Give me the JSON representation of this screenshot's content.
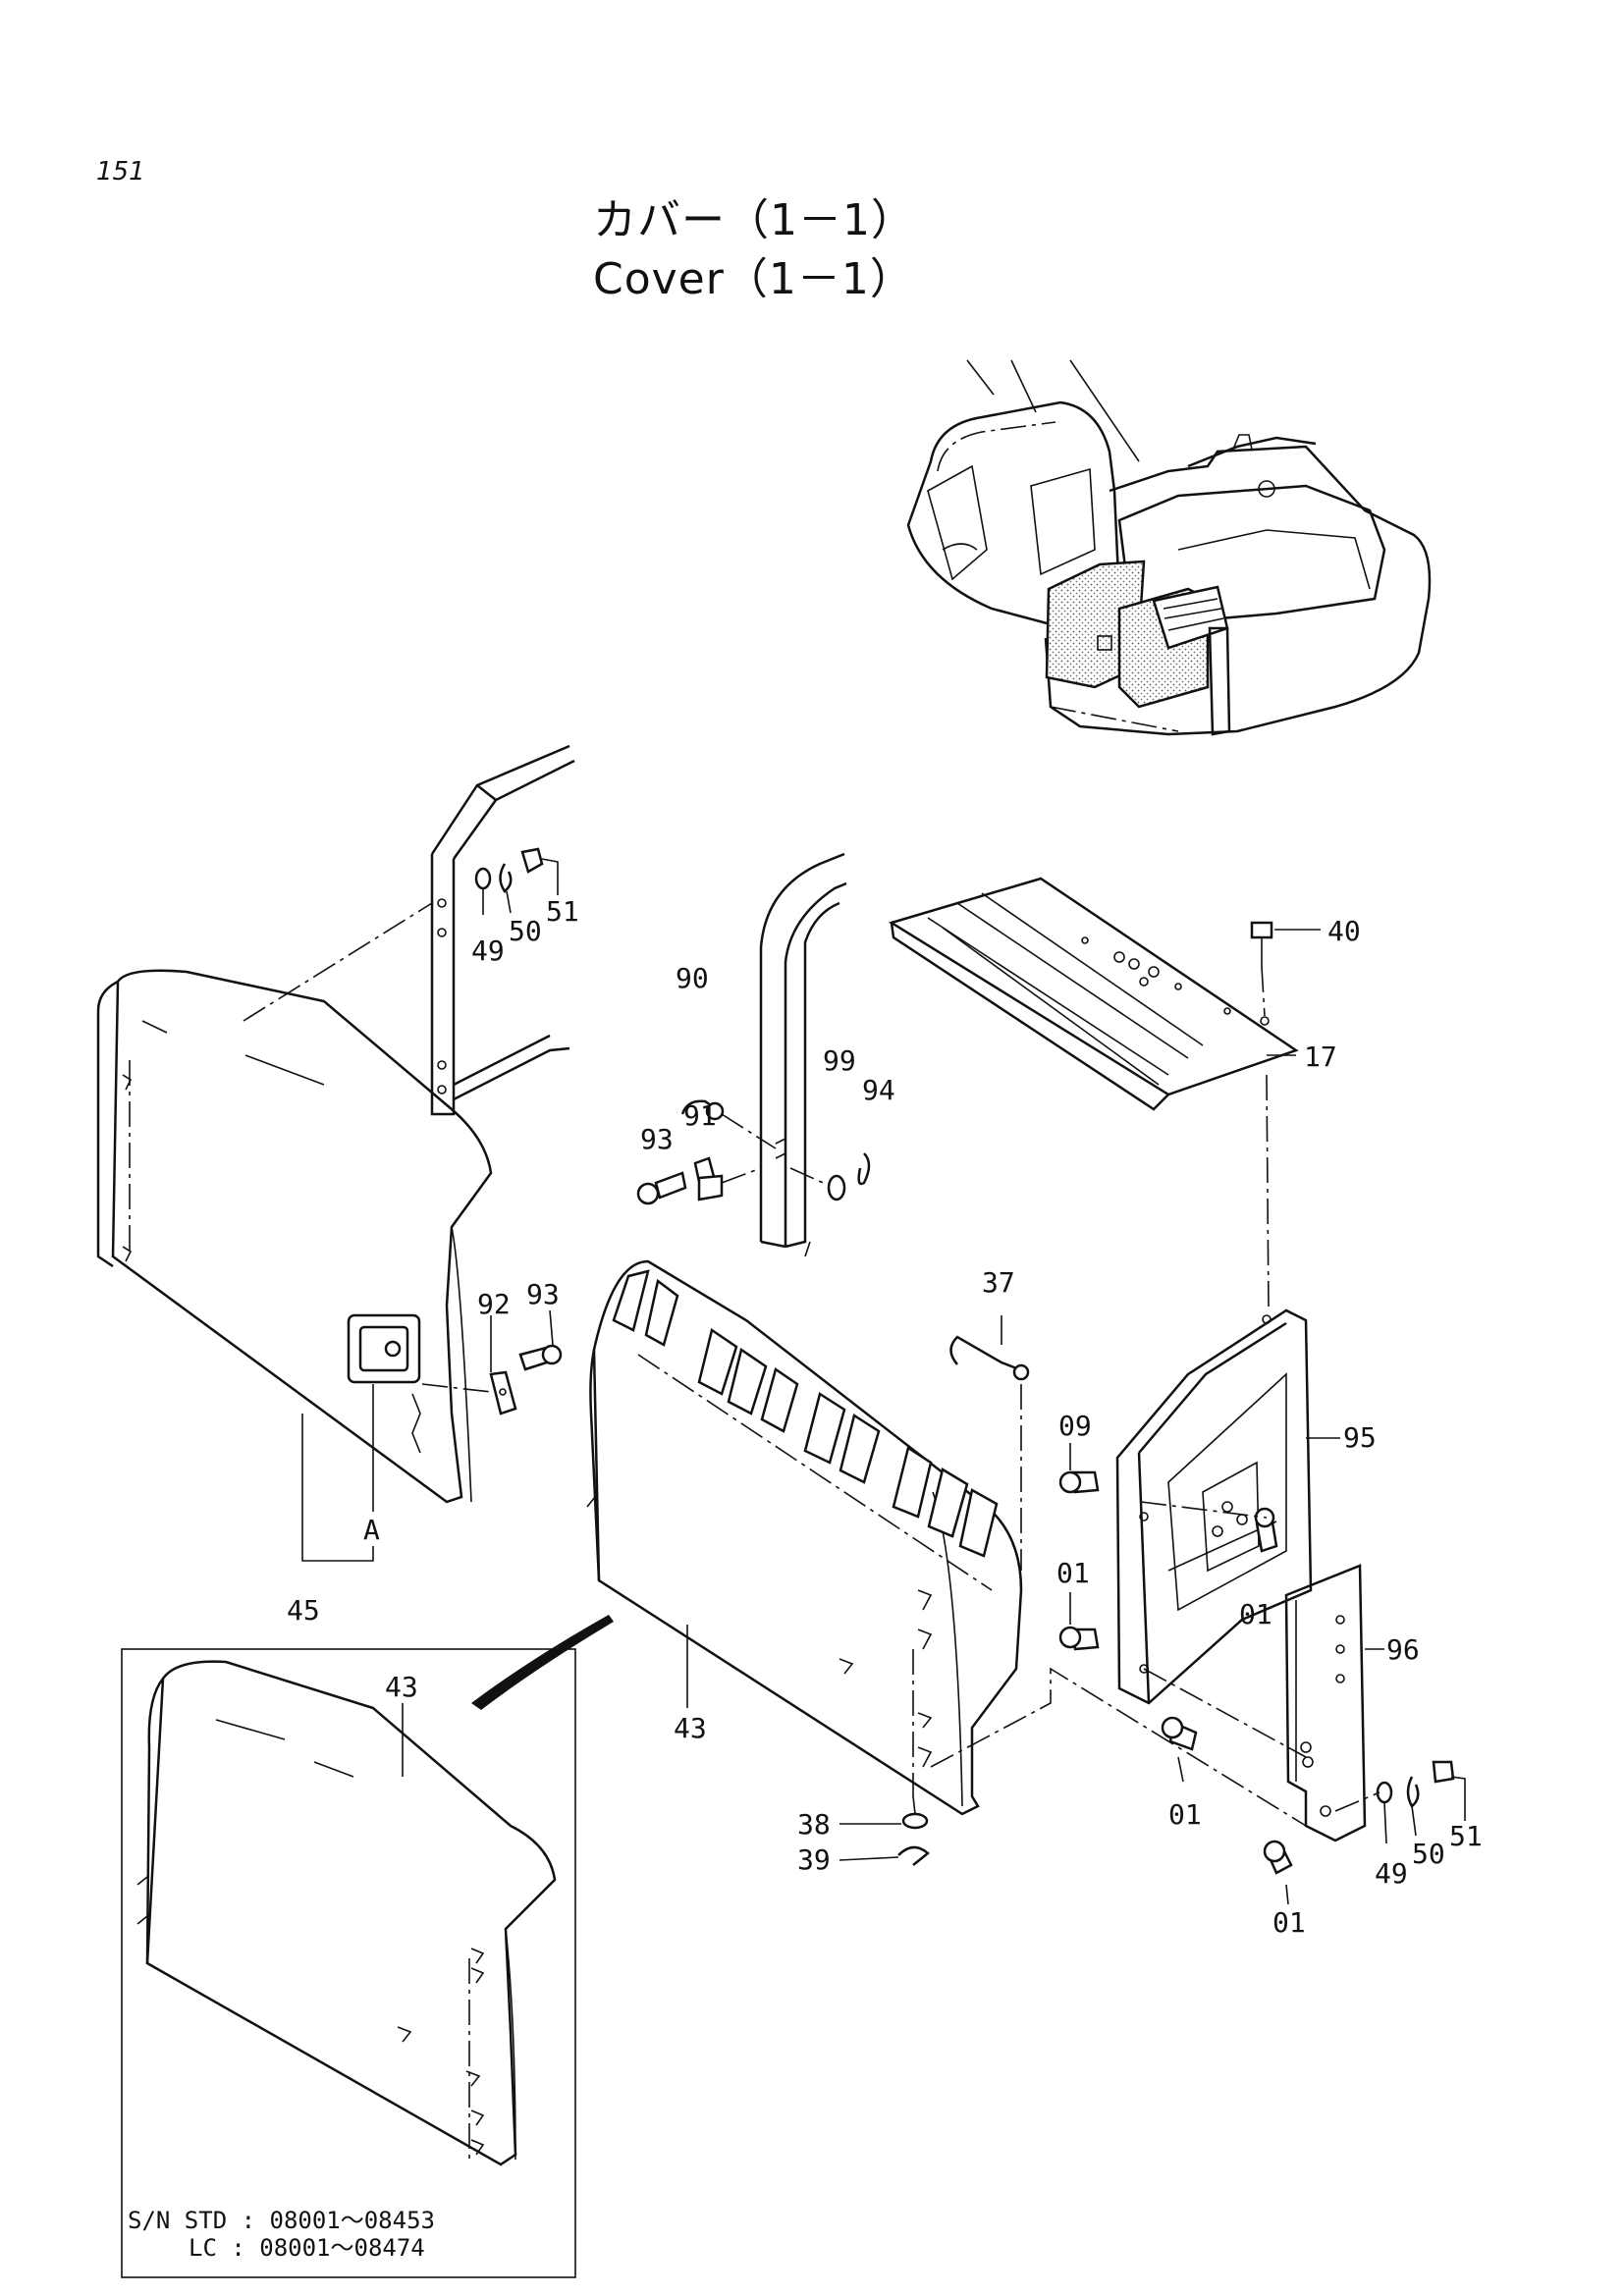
{
  "page_number": "151",
  "title_jp": "カバー（1－1）",
  "title_en": "Cover（1－1）",
  "callouts": {
    "p01a": "01",
    "p01b": "01",
    "p01c": "01",
    "p01d": "01",
    "p09": "09",
    "p17": "17",
    "p37": "37",
    "p38": "38",
    "p39": "39",
    "p40": "40",
    "p43a": "43",
    "p43b": "43",
    "p45": "45",
    "p49a": "49",
    "p49b": "49",
    "p50a": "50",
    "p50b": "50",
    "p51a": "51",
    "p51b": "51",
    "p90": "90",
    "p91": "91",
    "p92": "92",
    "p93a": "93",
    "p93b": "93",
    "p94": "94",
    "p95": "95",
    "p96": "96",
    "p99": "99",
    "pA": "A"
  },
  "serial_numbers": {
    "std": "S/N STD : 08001～08453",
    "lc": "LC  : 08001～08474"
  }
}
